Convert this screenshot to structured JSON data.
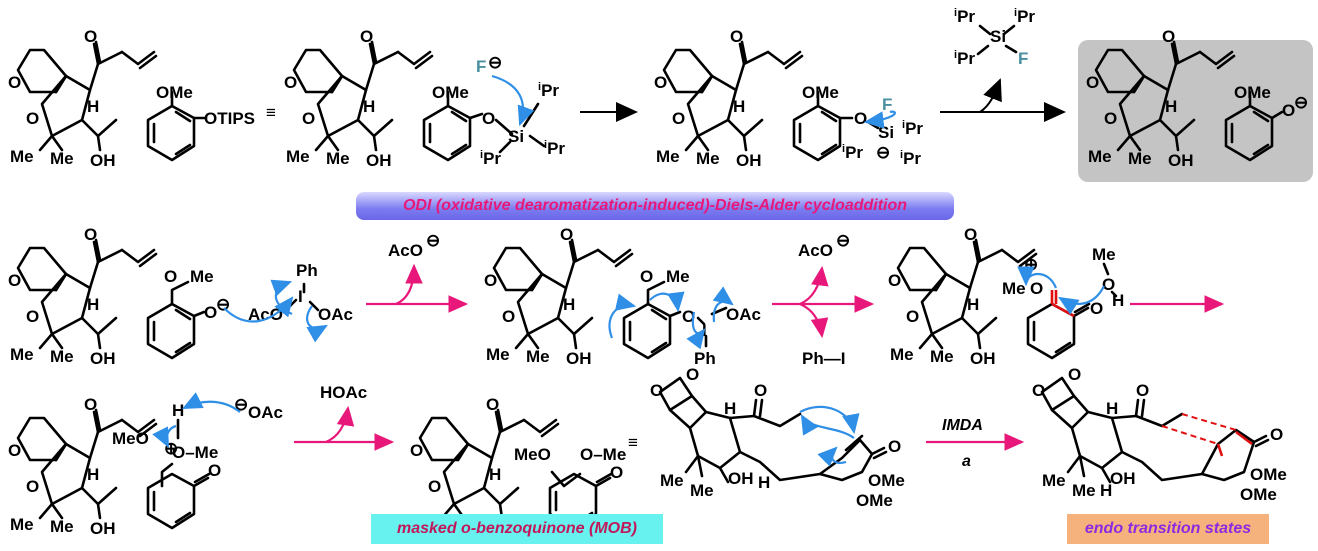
{
  "banners": {
    "odi": "ODI (oxidative dearomatization-induced)-Diels-Alder cycloaddition",
    "mob": "masked o-benzoquinone (MOB)",
    "endo": "endo transition states"
  },
  "labels": {
    "otips": "OTIPS",
    "ome": "OMe",
    "me": "Me",
    "oh": "OH",
    "h": "H",
    "o": "O",
    "f": "F",
    "si": "Si",
    "pr": "Pr",
    "ipr_sup": "i",
    "equiv": "≡",
    "aco": "AcO",
    "oac": "OAc",
    "ph": "Ph",
    "i": "I",
    "phi": "Ph—I",
    "hoac": "HOAc",
    "meo": "MeO",
    "o_me": "O–Me",
    "minus": "⊖",
    "plus": "⊕",
    "imda": "IMDA",
    "cond_a": "a"
  },
  "colors": {
    "electron_arrow": "#2f8fe6",
    "reaction_arrow_pink": "#e8187a",
    "new_bond_red": "#e01010",
    "fluorine_teal": "#4a8fa0",
    "odi_banner": "#7c7cf0",
    "mob_banner": "#68f2ef",
    "endo_banner": "#f6b27d",
    "product_box": "#c4c4c4"
  }
}
